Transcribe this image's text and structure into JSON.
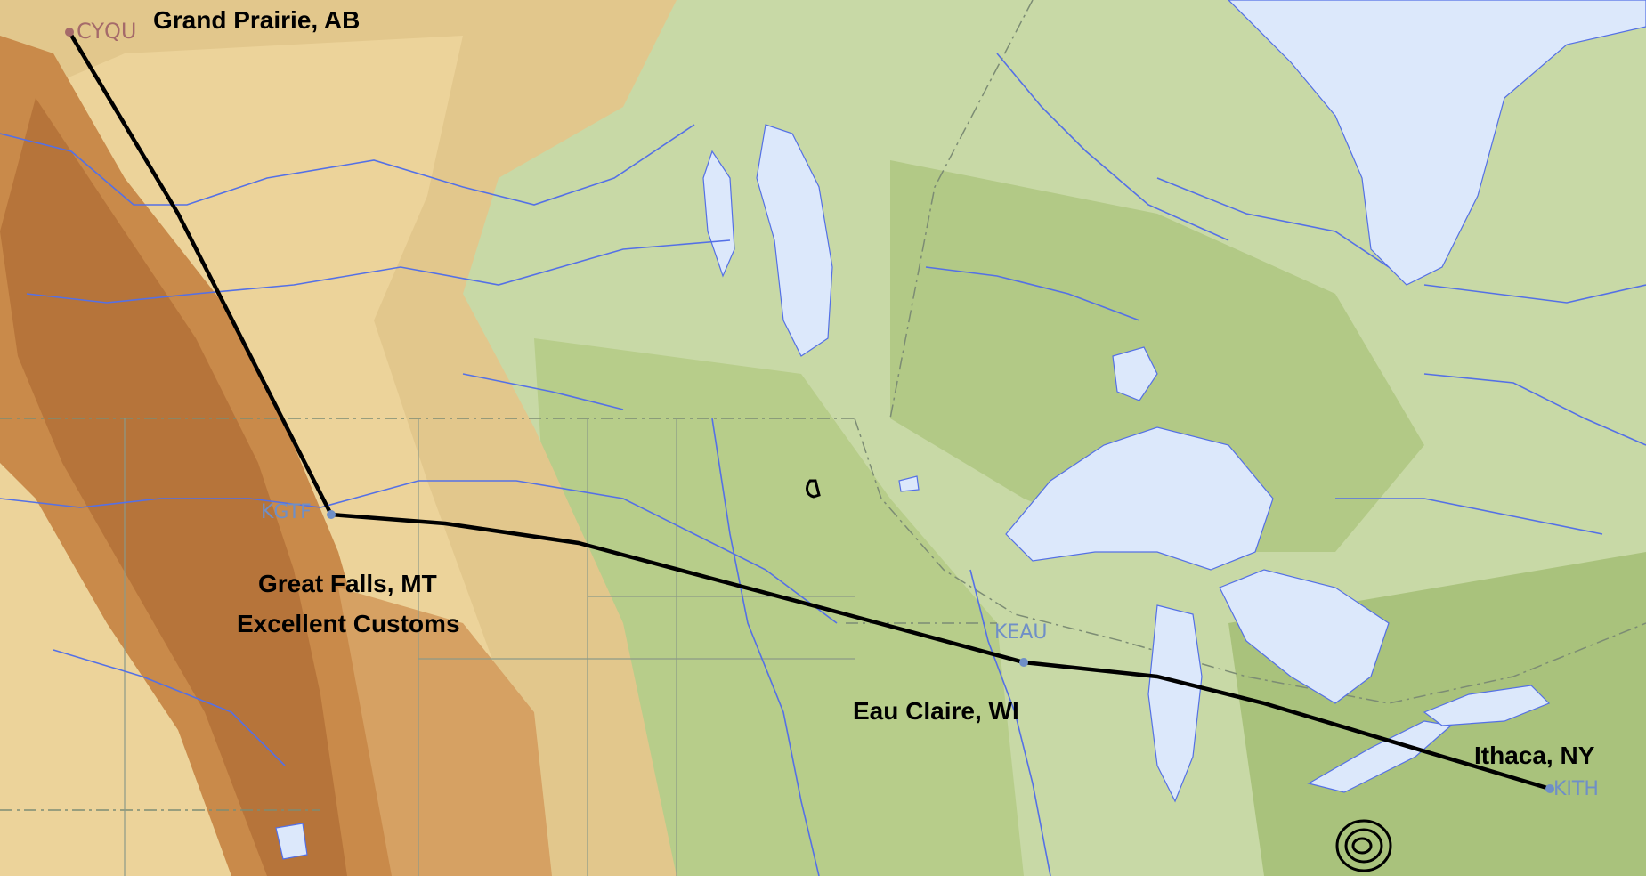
{
  "colors": {
    "water": "#dce8fb",
    "river": "#5470e6",
    "route": "#000000",
    "lowland": "#c8d9a6",
    "plains": "#b7cd8a",
    "forest": "#a9c27c",
    "upland": "#e2c78c",
    "mountain": "#c98a4a",
    "codeBlue": "#6f8fc7",
    "codeStart": "#a56a6a"
  },
  "waypoints": [
    {
      "code": "CYQU",
      "name": "Grand Prairie, AB",
      "role": "origin"
    },
    {
      "code": "KGTF",
      "name": "Great Falls, MT",
      "note": "Excellent Customs"
    },
    {
      "code": "KEAU",
      "name": "Eau Claire, WI"
    },
    {
      "code": "KITH",
      "name": "Ithaca, NY",
      "role": "destination"
    }
  ]
}
